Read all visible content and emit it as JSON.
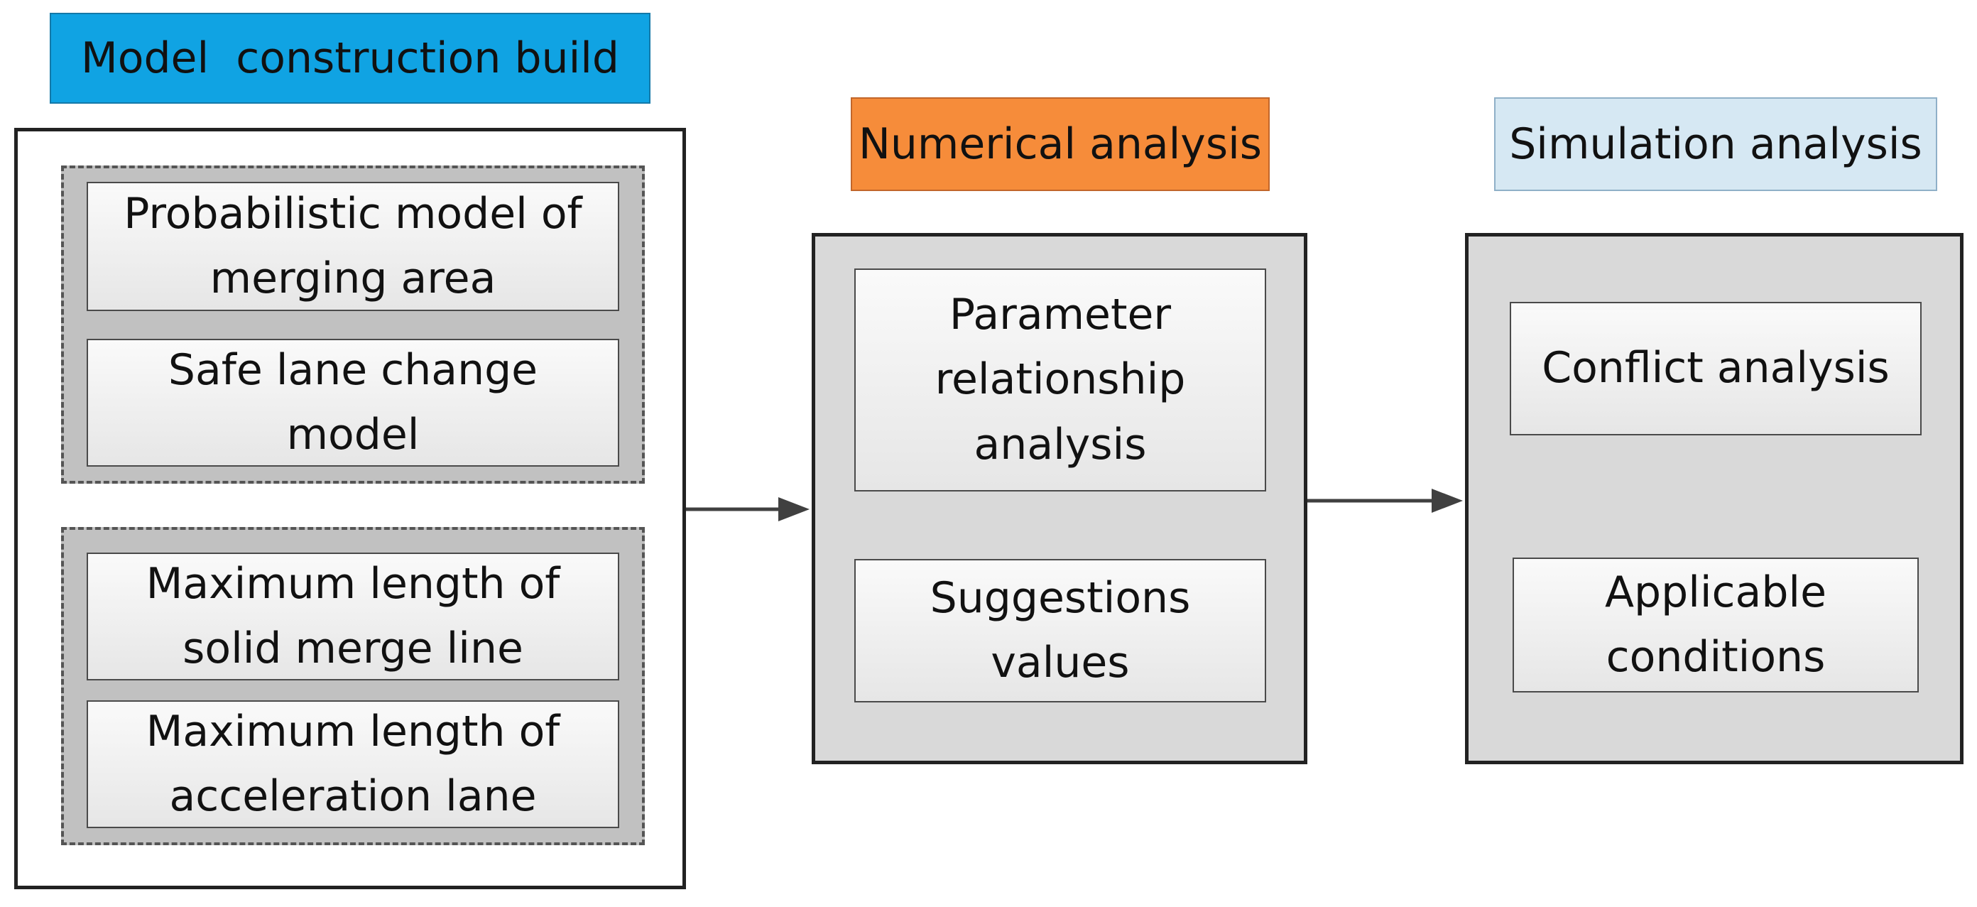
{
  "stages": {
    "model": {
      "title": "Model  construction build",
      "group1": [
        "Probabilistic model of\nmerging area",
        "Safe lane change model"
      ],
      "group2": [
        "Maximum length of\nsolid merge line",
        "Maximum length of\nacceleration lane"
      ]
    },
    "numerical": {
      "title": "Numerical analysis",
      "items": [
        "Parameter\nrelationship\nanalysis",
        "Suggestions\nvalues"
      ]
    },
    "simulation": {
      "title": "Simulation analysis",
      "items": [
        "Conflict analysis",
        "Applicable\nconditions"
      ]
    }
  },
  "colors": {
    "header_model": "#10a3e3",
    "header_numerical": "#f68c3a",
    "header_simulation": "#d6e8f3",
    "panel_gray": "#d9d9d9",
    "group_gray": "#c1c1c1",
    "arrow": "#404040"
  }
}
